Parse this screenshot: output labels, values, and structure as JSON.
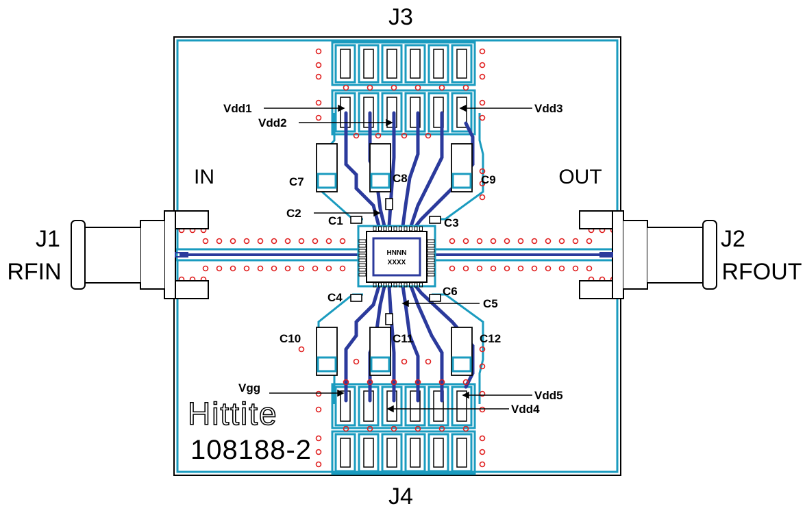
{
  "connectors": {
    "top": "J3",
    "bottom": "J4",
    "left_id": "J1",
    "left_name": "RFIN",
    "right_id": "J2",
    "right_name": "RFOUT"
  },
  "ports": {
    "input": "IN",
    "output": "OUT"
  },
  "supply_labels": {
    "vdd1": "Vdd1",
    "vdd2": "Vdd2",
    "vdd3": "Vdd3",
    "vdd4": "Vdd4",
    "vdd5": "Vdd5",
    "vgg": "Vgg"
  },
  "capacitors": {
    "c1": "C1",
    "c2": "C2",
    "c3": "C3",
    "c4": "C4",
    "c5": "C5",
    "c6": "C6",
    "c7": "C7",
    "c8": "C8",
    "c9": "C9",
    "c10": "C10",
    "c11": "C11",
    "c12": "C12"
  },
  "chip": {
    "line1": "HNNN",
    "line2": "XXXX"
  },
  "logo": "Hittite",
  "part_number": "108188-2",
  "colors": {
    "board_outline": "#1a9bbf",
    "trace": "#2b3a9c",
    "via": "#e02020",
    "outline": "#000000"
  }
}
